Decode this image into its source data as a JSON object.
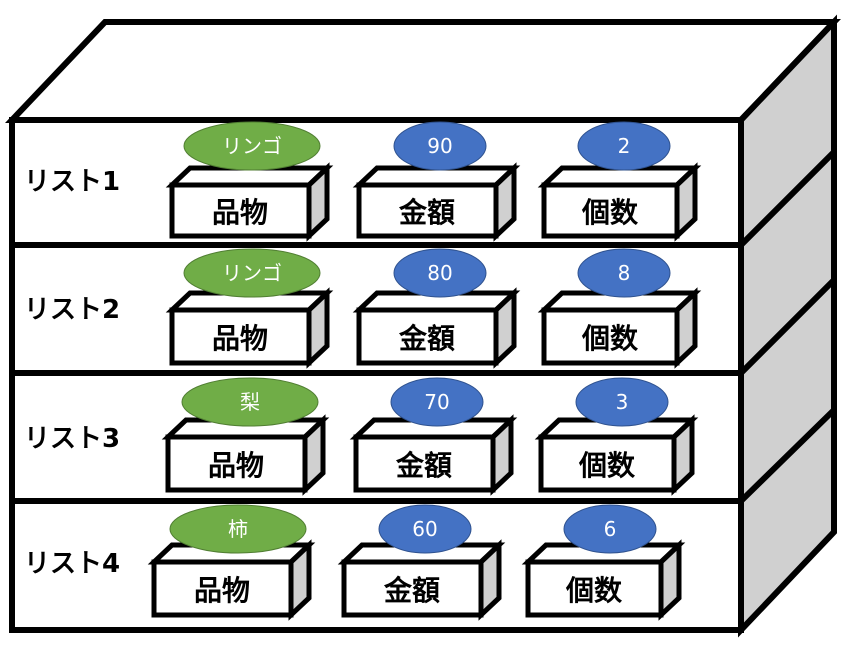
{
  "box_labels": {
    "item": "品物",
    "price": "金額",
    "count": "個数"
  },
  "colors": {
    "item_oval": "#70AD47",
    "value_oval": "#4472C4",
    "side": "#D0D0D0",
    "stroke": "#000000",
    "face": "#FFFFFF"
  },
  "rows": [
    {
      "label": "リスト1",
      "item": "リンゴ",
      "price": "90",
      "count": "2"
    },
    {
      "label": "リスト2",
      "item": "リンゴ",
      "price": "80",
      "count": "8"
    },
    {
      "label": "リスト3",
      "item": "梨",
      "price": "70",
      "count": "3"
    },
    {
      "label": "リスト4",
      "item": "柿",
      "price": "60",
      "count": "6"
    }
  ]
}
